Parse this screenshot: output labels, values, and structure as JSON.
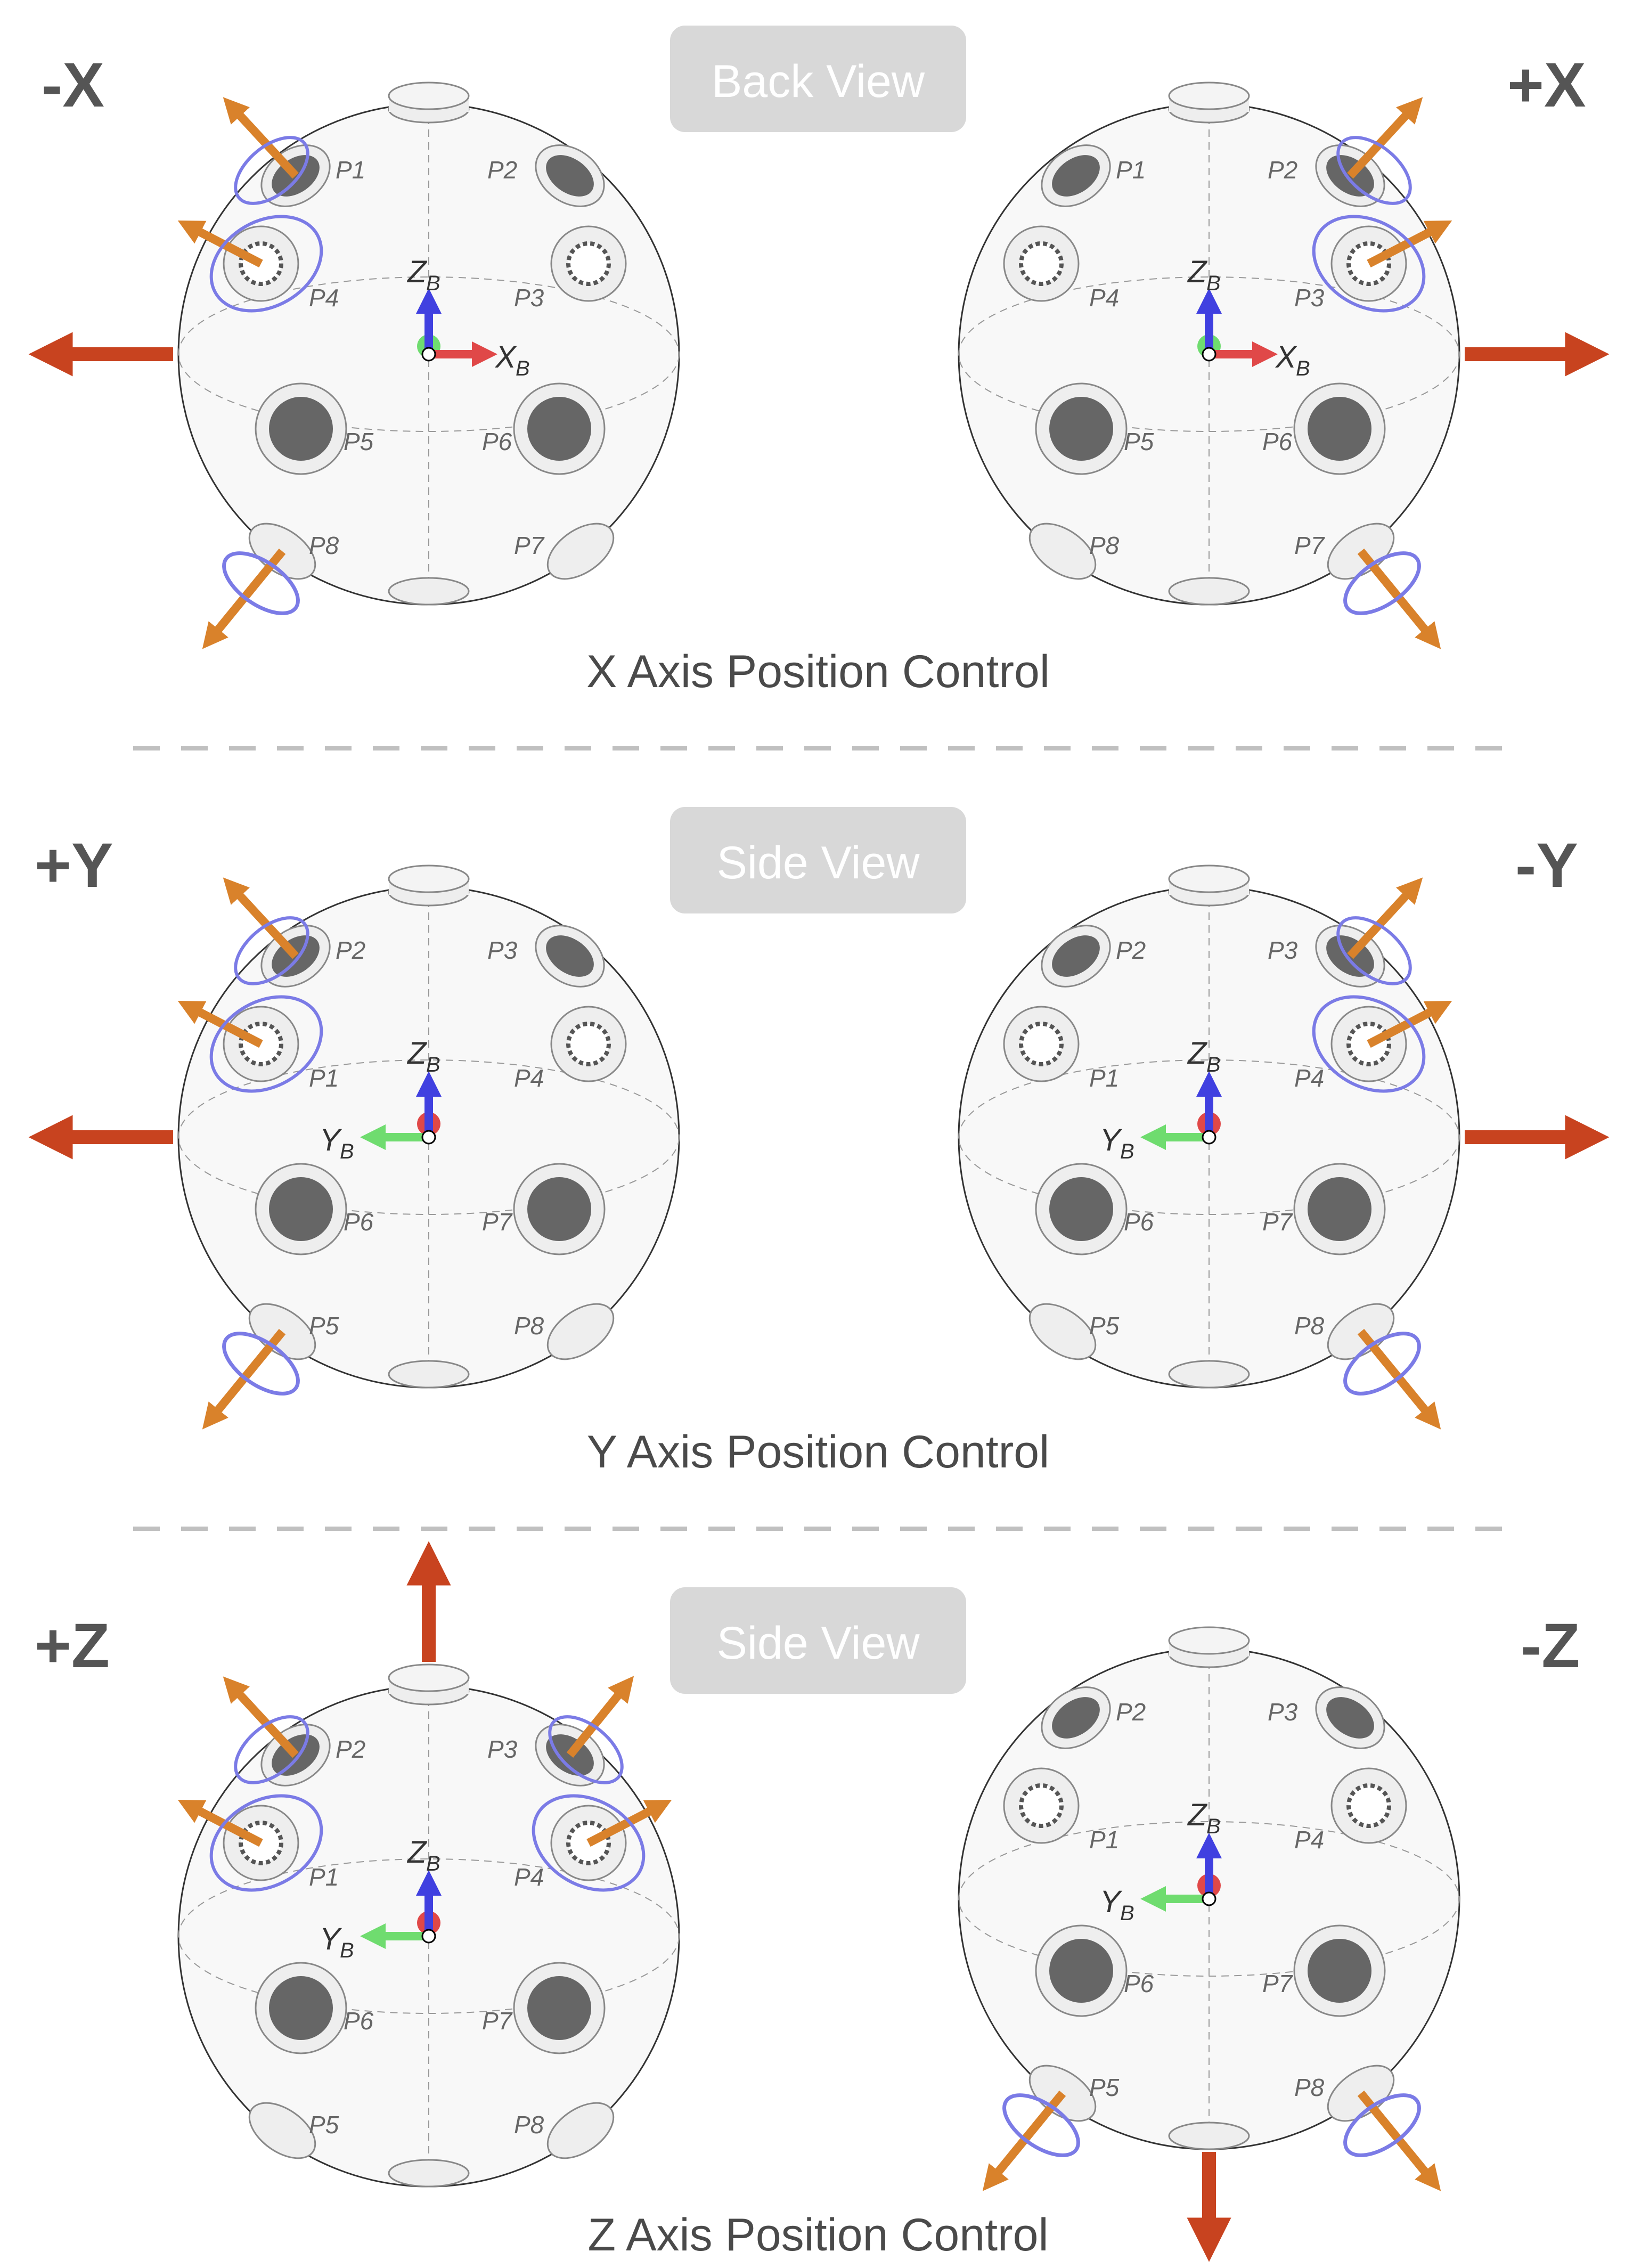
{
  "panels": [
    {
      "id": "x",
      "left_label": "-X",
      "right_label": "+X",
      "view_label": "Back View",
      "caption": "X Axis Position Control",
      "horizontal_axis_label": "X",
      "horizontal_axis_sub": "B",
      "vertical_axis_label": "Z",
      "vertical_axis_sub": "B",
      "left_sphere_ports": [
        "P1",
        "P2",
        "P4",
        "P3",
        "P5",
        "P6",
        "P8",
        "P7"
      ],
      "right_sphere_ports": [
        "P1",
        "P2",
        "P4",
        "P3",
        "P5",
        "P6",
        "P8",
        "P7"
      ]
    },
    {
      "id": "y",
      "left_label": "+Y",
      "right_label": "-Y",
      "view_label": "Side View",
      "caption": "Y Axis Position Control",
      "horizontal_axis_label": "Y",
      "horizontal_axis_sub": "B",
      "vertical_axis_label": "Z",
      "vertical_axis_sub": "B",
      "left_sphere_ports": [
        "P2",
        "P3",
        "P1",
        "P4",
        "P6",
        "P7",
        "P5",
        "P8"
      ],
      "right_sphere_ports": [
        "P2",
        "P3",
        "P1",
        "P4",
        "P6",
        "P7",
        "P5",
        "P8"
      ]
    },
    {
      "id": "z",
      "left_label": "+Z",
      "right_label": "-Z",
      "view_label": "Side View",
      "caption": "Z Axis Position Control",
      "horizontal_axis_label": "Y",
      "horizontal_axis_sub": "B",
      "vertical_axis_label": "Z",
      "vertical_axis_sub": "B",
      "left_sphere_ports": [
        "P2",
        "P3",
        "P1",
        "P4",
        "P6",
        "P7",
        "P5",
        "P8"
      ],
      "right_sphere_ports": [
        "P2",
        "P3",
        "P1",
        "P4",
        "P6",
        "P7",
        "P5",
        "P8"
      ]
    }
  ],
  "colors": {
    "thrust_arrow": "#c8431f",
    "nozzle_arrow": "#d9822b",
    "rotation_arrow": "#7b7be6",
    "x_axis": "#e04848",
    "y_axis": "#6fdc6f",
    "z_axis": "#4040e0",
    "badge_bg": "#d8d8d8",
    "divider": "#c0c0c0"
  }
}
